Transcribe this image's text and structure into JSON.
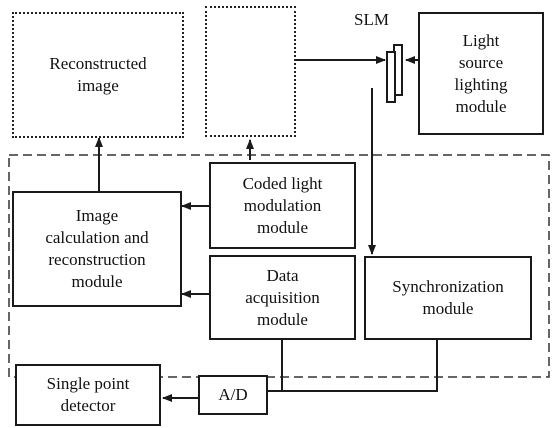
{
  "boxes": {
    "reconstructed_image": "Reconstructed\nimage",
    "light_source": "Light\nsource\nlighting\nmodule",
    "coded_light_modulation": "Coded light\nmodulation\nmodule",
    "image_calculation": "Image\ncalculation and\nreconstruction\nmodule",
    "data_acquisition": "Data\nacquisition\nmodule",
    "synchronization": "Synchronization\nmodule",
    "single_point_detector": "Single point\ndetector",
    "ad_converter": "A/D"
  },
  "labels": {
    "slm": "SLM"
  },
  "colors": {
    "line": "#1a1a1a",
    "pattern_dark": "#222222",
    "pattern_light": "#ffffff"
  }
}
